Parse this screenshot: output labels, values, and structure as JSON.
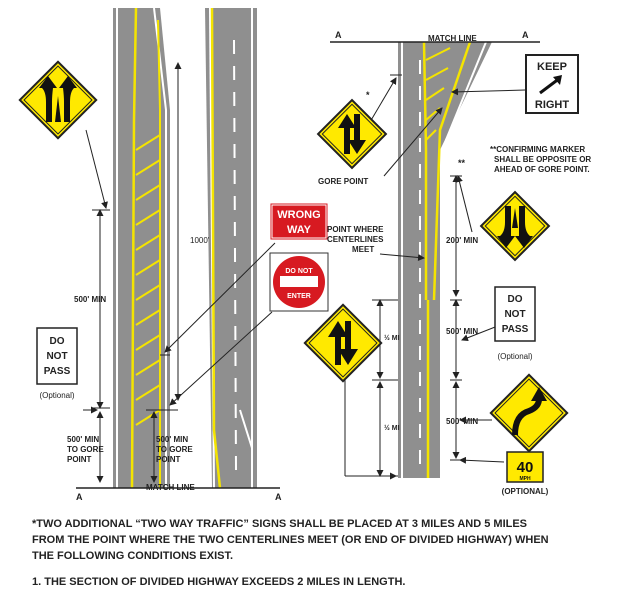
{
  "labels": {
    "match_line": "MATCH LINE",
    "section_a": "A",
    "dist_1000": "1000'",
    "dist_500_min": "500' MIN",
    "dist_500_min_gore_1": "500' MIN",
    "dist_500_min_gore_2": "TO GORE",
    "dist_500_min_gore_3": "POINT",
    "gore_point": "GORE POINT",
    "centerlines_1": "POINT WHERE",
    "centerlines_2": "CENTERLINES",
    "centerlines_3": "MEET",
    "dist_200_min": "200' MIN",
    "half_mi": "½ MI",
    "confirming_1": "**CONFIRMING MARKER",
    "confirming_2": "SHALL BE OPPOSITE OR",
    "confirming_3": "AHEAD OF GORE POINT.",
    "asterisk": "*",
    "double_asterisk": "**"
  },
  "signs": {
    "keep_right_1": "KEEP",
    "keep_right_2": "RIGHT",
    "wrong_way_1": "WRONG",
    "wrong_way_2": "WAY",
    "do_not_enter_1": "DO NOT",
    "do_not_enter_2": "ENTER",
    "do_not_pass_1": "DO",
    "do_not_pass_2": "NOT",
    "do_not_pass_3": "PASS",
    "optional": "(Optional)",
    "speed_value": "40",
    "speed_unit": "MPH",
    "speed_optional": "(OPTIONAL)"
  },
  "notes": {
    "line1": "*TWO ADDITIONAL “TWO WAY TRAFFIC” SIGNS SHALL BE PLACED AT 3 MILES AND 5 MILES",
    "line2": "FROM THE POINT WHERE THE TWO CENTERLINES MEET (OR END OF DIVIDED HIGHWAY) WHEN",
    "line3": "THE FOLLOWING CONDITIONS EXIST.",
    "item1": "1.  THE SECTION OF DIVIDED HIGHWAY EXCEEDS 2 MILES IN LENGTH."
  },
  "colors": {
    "road": "#8f8f8f",
    "yellow": "#f4e400",
    "sign_yellow": "#ffe900",
    "red": "#d71a21",
    "ink": "#222222"
  }
}
